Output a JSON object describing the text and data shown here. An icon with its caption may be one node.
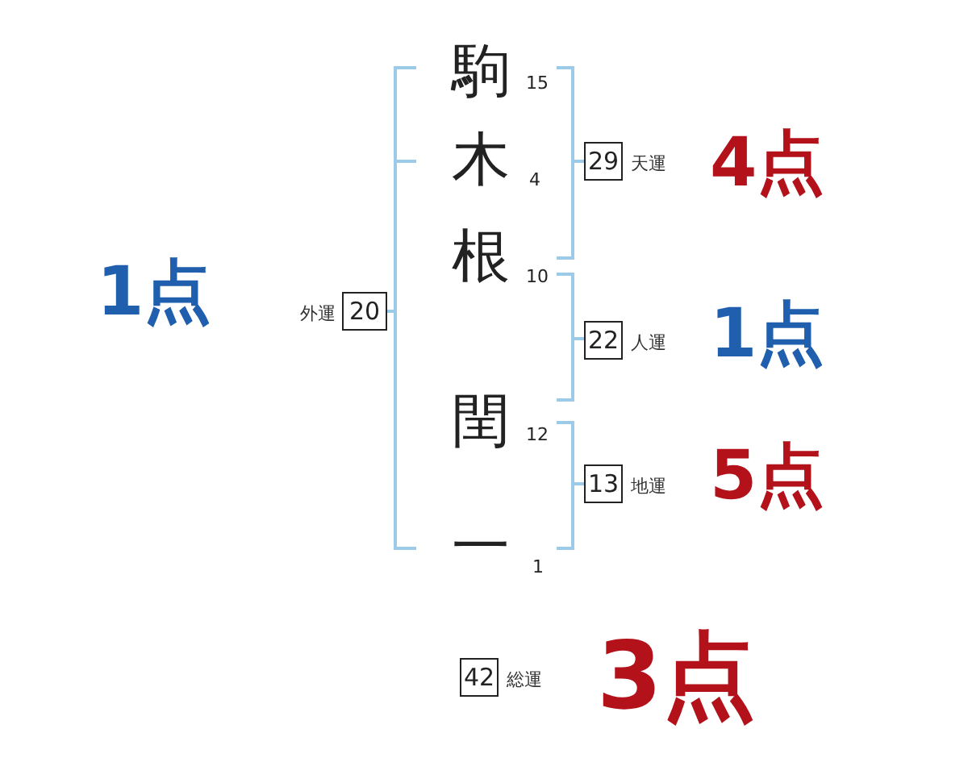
{
  "diagram": {
    "nodes": [
      {
        "text": [
          "20"
        ],
        "beside": [
          "外運"
        ]
      },
      {
        "text": [
          "29"
        ],
        "beside": [
          "天運"
        ]
      },
      {
        "text": [
          "22"
        ],
        "beside": [
          "人運"
        ]
      },
      {
        "text": [
          "13"
        ],
        "beside": [
          "地運"
        ]
      },
      {
        "text": [
          "42"
        ],
        "beside": [
          "総運"
        ]
      }
    ],
    "labels": [
      "1点",
      "駒",
      "15",
      "木",
      "4",
      "根",
      "10",
      "閏",
      "12",
      "一",
      "1",
      "4点",
      "1点",
      "5点",
      "3点"
    ]
  }
}
